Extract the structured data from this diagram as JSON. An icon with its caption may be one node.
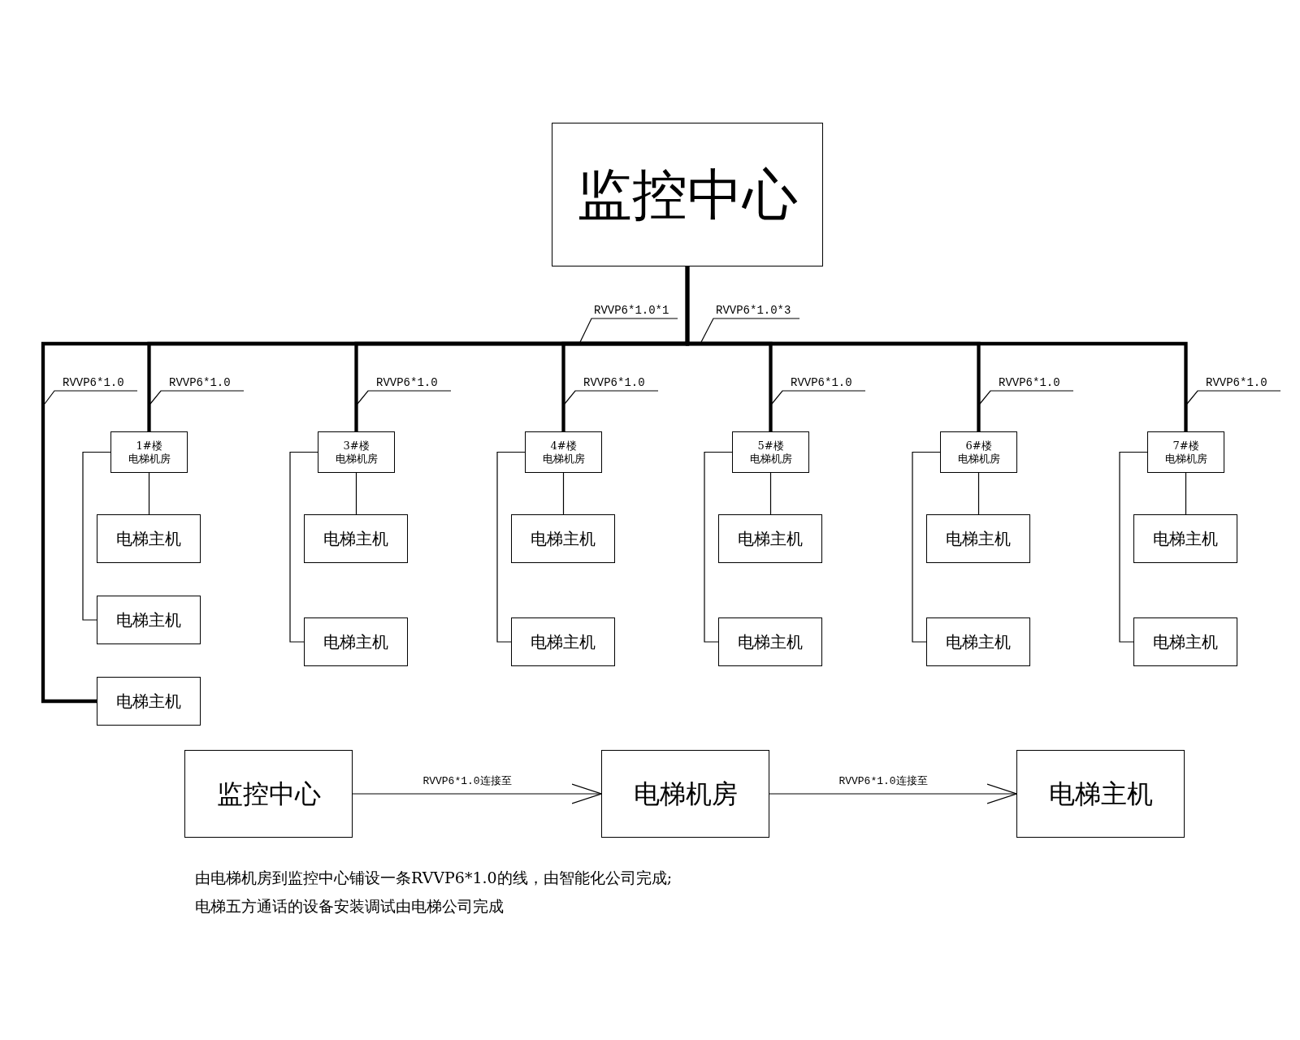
{
  "diagram": {
    "nodes": [
      {
        "text": [
          "监控中心"
        ]
      },
      {
        "text": [
          "RVVP6*1.0*1"
        ]
      },
      {
        "text": [
          "RVVP6*1.0*3"
        ]
      },
      {
        "text": [
          "RVVP6*1.0"
        ]
      },
      {
        "text": [
          "RVVP6*1.0"
        ]
      },
      {
        "text": [
          "RVVP6*1.0"
        ]
      },
      {
        "text": [
          "RVVP6*1.0"
        ]
      },
      {
        "text": [
          "RVVP6*1.0"
        ]
      },
      {
        "text": [
          "RVVP6*1.0"
        ]
      },
      {
        "text": [
          "RVVP6*1.0"
        ]
      },
      {
        "text": [
          "1#楼",
          "电梯机房"
        ]
      },
      {
        "text": [
          "3#楼",
          "电梯机房"
        ]
      },
      {
        "text": [
          "4#楼",
          "电梯机房"
        ]
      },
      {
        "text": [
          "5#楼",
          "电梯机房"
        ]
      },
      {
        "text": [
          "6#楼",
          "电梯机房"
        ]
      },
      {
        "text": [
          "7#楼",
          "电梯机房"
        ]
      },
      {
        "text": [
          "电梯主机"
        ]
      },
      {
        "text": [
          "电梯主机"
        ]
      },
      {
        "text": [
          "电梯主机"
        ]
      },
      {
        "text": [
          "电梯主机"
        ]
      },
      {
        "text": [
          "电梯主机"
        ]
      },
      {
        "text": [
          "电梯主机"
        ]
      },
      {
        "text": [
          "电梯主机"
        ]
      },
      {
        "text": [
          "电梯主机"
        ]
      },
      {
        "text": [
          "电梯主机"
        ]
      },
      {
        "text": [
          "电梯主机"
        ]
      },
      {
        "text": [
          "电梯主机"
        ]
      },
      {
        "text": [
          "电梯主机"
        ]
      },
      {
        "text": [
          "电梯主机"
        ]
      },
      {
        "text": [
          "监控中心"
        ]
      },
      {
        "text": [
          "电梯机房"
        ]
      },
      {
        "text": [
          "电梯主机"
        ]
      }
    ],
    "edges": [
      {
        "from": 0,
        "to": 10,
        "arrow": "none",
        "style": "thick"
      },
      {
        "from": 0,
        "to": 11,
        "arrow": "none",
        "style": "thick"
      },
      {
        "from": 0,
        "to": 12,
        "arrow": "none",
        "style": "thick"
      },
      {
        "from": 0,
        "to": 13,
        "arrow": "none",
        "style": "thick"
      },
      {
        "from": 0,
        "to": 14,
        "arrow": "none",
        "style": "thick"
      },
      {
        "from": 0,
        "to": 15,
        "arrow": "none",
        "style": "thick"
      },
      {
        "from": 0,
        "to": 28,
        "arrow": "none",
        "style": "thick"
      },
      {
        "from": 10,
        "to": 16,
        "arrow": "none"
      },
      {
        "from": 11,
        "to": 17,
        "arrow": "none"
      },
      {
        "from": 12,
        "to": 18,
        "arrow": "none"
      },
      {
        "from": 13,
        "to": 19,
        "arrow": "none"
      },
      {
        "from": 14,
        "to": 20,
        "arrow": "none"
      },
      {
        "from": 15,
        "to": 21,
        "arrow": "none"
      },
      {
        "from": 10,
        "to": 22,
        "arrow": "none"
      },
      {
        "from": 11,
        "to": 23,
        "arrow": "none"
      },
      {
        "from": 12,
        "to": 24,
        "arrow": "none"
      },
      {
        "from": 13,
        "to": 25,
        "arrow": "none"
      },
      {
        "from": 14,
        "to": 26,
        "arrow": "none"
      },
      {
        "from": 15,
        "to": 27,
        "arrow": "none"
      },
      {
        "from": 29,
        "to": 30,
        "arrow": "to",
        "label": "RVVP6*1.0连接至"
      },
      {
        "from": 30,
        "to": 31,
        "arrow": "to",
        "label": "RVVP6*1.0连接至"
      },
      {
        "from": 1,
        "to": null,
        "arrow": "none"
      },
      {
        "from": 2,
        "to": null,
        "arrow": "none"
      },
      {
        "from": 3,
        "to": null,
        "arrow": "none"
      },
      {
        "from": 4,
        "to": null,
        "arrow": "none"
      },
      {
        "from": 5,
        "to": null,
        "arrow": "none"
      },
      {
        "from": 6,
        "to": null,
        "arrow": "none"
      },
      {
        "from": 7,
        "to": null,
        "arrow": "none"
      },
      {
        "from": 8,
        "to": null,
        "arrow": "none"
      },
      {
        "from": 9,
        "to": null,
        "arrow": "none"
      }
    ],
    "labels": [
      "由电梯机房到监控中心铺设一条RVVP6*1.0的线，由智能化公司完成;",
      "电梯五方通话的设备安装调试由电梯公司完成"
    ]
  }
}
